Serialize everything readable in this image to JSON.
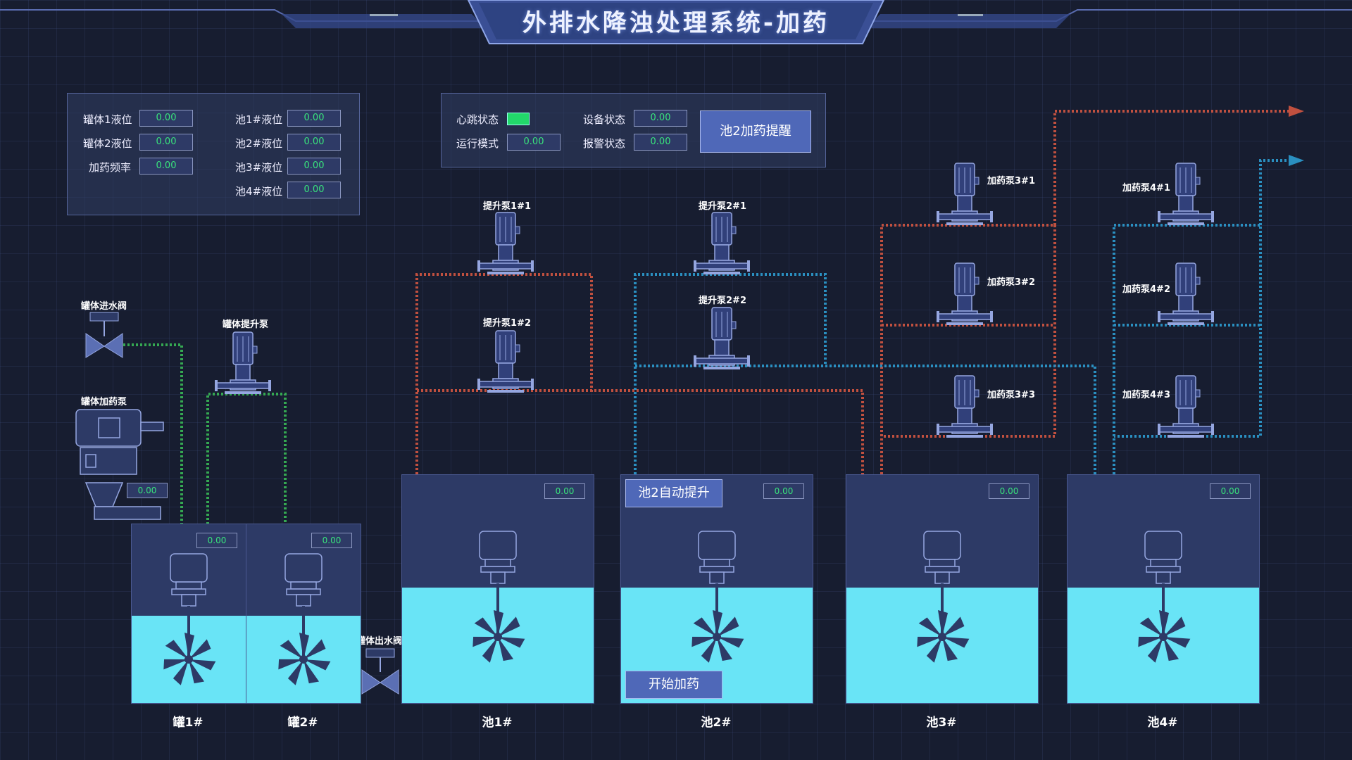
{
  "title": "外排水降浊处理系统-加药",
  "info_panel": {
    "rows": [
      {
        "label": "罐体1液位",
        "value": "0.00"
      },
      {
        "label": "罐体2液位",
        "value": "0.00"
      },
      {
        "label": "加药频率",
        "value": "0.00"
      }
    ],
    "pool_rows": [
      {
        "label": "池1#液位",
        "value": "0.00"
      },
      {
        "label": "池2#液位",
        "value": "0.00"
      },
      {
        "label": "池3#液位",
        "value": "0.00"
      },
      {
        "label": "池4#液位",
        "value": "0.00"
      }
    ]
  },
  "status_panel": {
    "heartbeat_label": "心跳状态",
    "run_mode_label": "运行模式",
    "run_mode_value": "0.00",
    "device_status_label": "设备状态",
    "device_status_value": "0.00",
    "alarm_status_label": "报警状态",
    "alarm_status_value": "0.00",
    "remind_button": "池2加药提醒",
    "heartbeat_color": "#22d86a"
  },
  "equipment": {
    "inlet_valve": "罐体进水阀",
    "dosing_pump": "罐体加药泵",
    "dosing_pump_value": "0.00",
    "lift_pump": "罐体提升泵",
    "outlet_valve": "罐体出水阀",
    "lift_pump_1_1": "提升泵1#1",
    "lift_pump_1_2": "提升泵1#2",
    "lift_pump_2_1": "提升泵2#1",
    "lift_pump_2_2": "提升泵2#2",
    "dose_3_1": "加药泵3#1",
    "dose_3_2": "加药泵3#2",
    "dose_3_3": "加药泵3#3",
    "dose_4_1": "加药泵4#1",
    "dose_4_2": "加药泵4#2",
    "dose_4_3": "加药泵4#3"
  },
  "tanks": [
    {
      "name": "罐1#",
      "value": "0.00"
    },
    {
      "name": "罐2#",
      "value": "0.00"
    },
    {
      "name": "池1#",
      "value": "0.00"
    },
    {
      "name": "池2#",
      "value": "0.00"
    },
    {
      "name": "池3#",
      "value": "0.00"
    },
    {
      "name": "池4#",
      "value": "0.00"
    }
  ],
  "pool2_buttons": {
    "auto_lift": "池2自动提升",
    "start_dosing": "开始加药"
  },
  "colors": {
    "water": "#69e4f6",
    "pipe_red": "#c0503f",
    "pipe_blue": "#2a8fc0",
    "pipe_green": "#35a852",
    "value_text": "#39e37c"
  }
}
